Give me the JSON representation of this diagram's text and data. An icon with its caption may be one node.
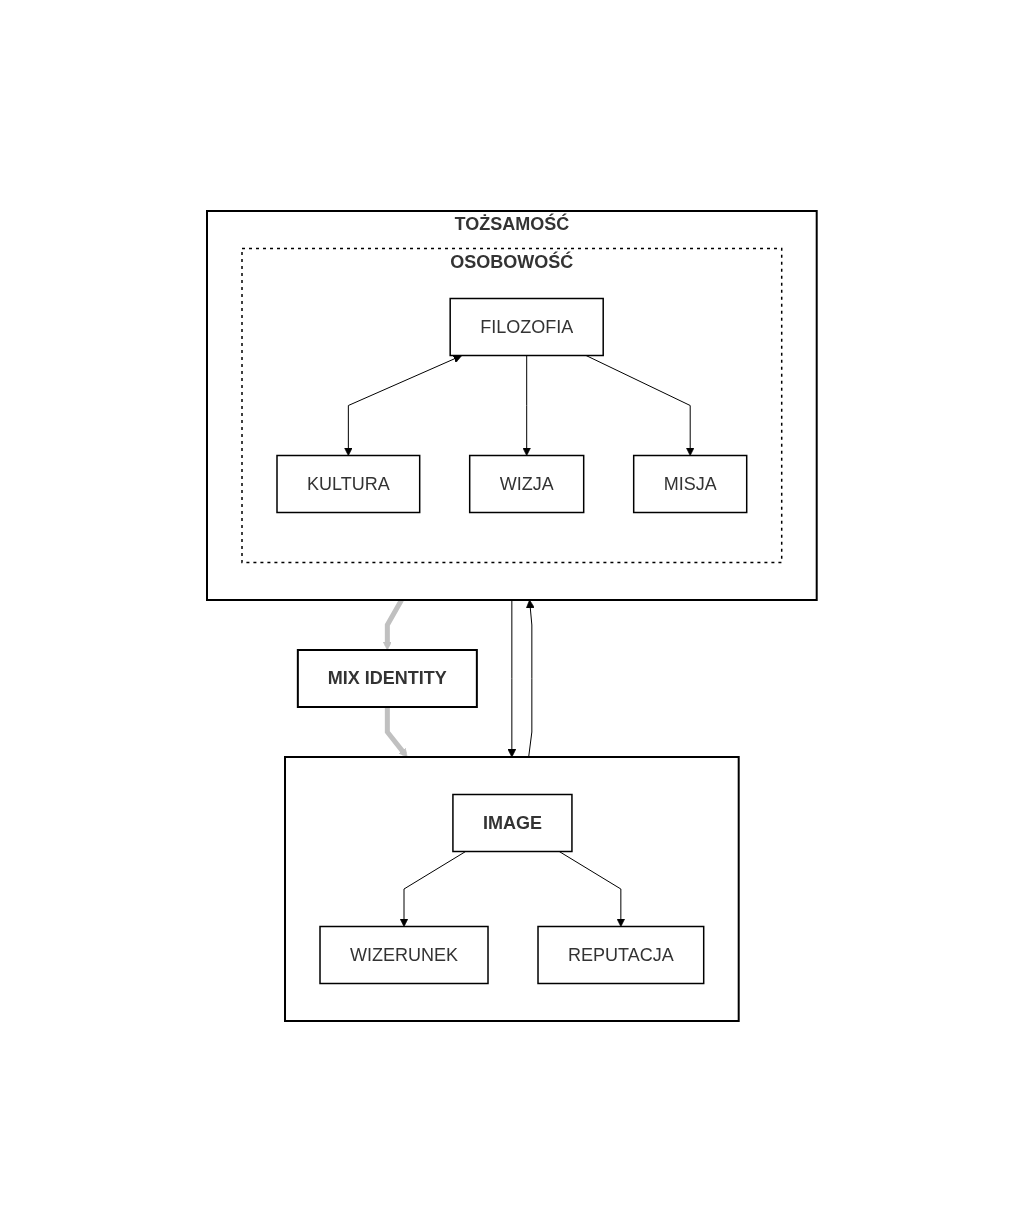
{
  "diagram": {
    "nodes": [
      {
        "text": [
          "TOŻSAMOŚĆ"
        ]
      },
      {
        "text": [
          "OSOBOWOŚĆ"
        ],
        "in": 0
      },
      {
        "text": [
          "FILOZOFIA"
        ],
        "in": 1
      },
      {
        "text": [
          "KULTURA"
        ],
        "in": 1
      },
      {
        "text": [
          "WIZJA"
        ],
        "in": 1
      },
      {
        "text": [
          "MISJA"
        ],
        "in": 1
      },
      {
        "text": [
          "MIX IDENTITY"
        ]
      },
      {
        "text": [],
        "shape": "box"
      },
      {
        "text": [
          "IMAGE"
        ],
        "in": 7
      },
      {
        "text": [
          "WIZERUNEK"
        ],
        "in": 7
      },
      {
        "text": [
          "REPUTACJA"
        ],
        "in": 7
      }
    ],
    "edges": [
      {
        "from": 2,
        "to": 3,
        "arrow": "both"
      },
      {
        "from": 2,
        "to": 4,
        "arrow": "to"
      },
      {
        "from": 2,
        "to": 5,
        "arrow": "to"
      },
      {
        "from": 0,
        "to": 6,
        "arrow": "to",
        "style": "thick",
        "color": "#c0c0c0"
      },
      {
        "from": 6,
        "to": 7,
        "arrow": "to",
        "style": "thick",
        "color": "#c0c0c0"
      },
      {
        "from": 0,
        "to": 7,
        "arrow": "to"
      },
      {
        "from": 7,
        "to": 0,
        "arrow": "to"
      },
      {
        "from": 8,
        "to": 9,
        "arrow": "to"
      },
      {
        "from": 8,
        "to": 10,
        "arrow": "to"
      }
    ]
  }
}
